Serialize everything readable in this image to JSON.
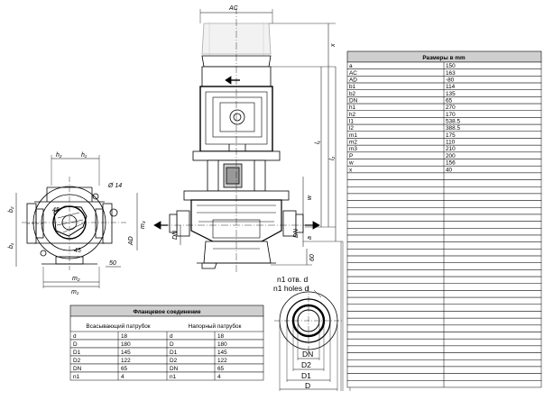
{
  "dimensions_table": {
    "title": "Размеры в mm",
    "rows": [
      [
        "a",
        "150"
      ],
      [
        "AC",
        "163"
      ],
      [
        "AD",
        "-80"
      ],
      [
        "b1",
        "114"
      ],
      [
        "b2",
        "135"
      ],
      [
        "DN",
        "65"
      ],
      [
        "h1",
        "270"
      ],
      [
        "h2",
        "170"
      ],
      [
        "l1",
        "538.5"
      ],
      [
        "l2",
        "388.5"
      ],
      [
        "m1",
        "175"
      ],
      [
        "m2",
        "110"
      ],
      [
        "m3",
        "210"
      ],
      [
        "P",
        "200"
      ],
      [
        "w",
        "156"
      ],
      [
        "x",
        "40"
      ]
    ]
  },
  "flange_table": {
    "title": "Фланцевое соединение",
    "suction_header": "Всасывающий патрубок",
    "pressure_header": "Напорный патрубок",
    "suction": [
      [
        "d",
        "18"
      ],
      [
        "D",
        "180"
      ],
      [
        "D1",
        "145"
      ],
      [
        "D2",
        "122"
      ],
      [
        "DN",
        "65"
      ],
      [
        "n1",
        "4"
      ]
    ],
    "pressure": [
      [
        "d",
        "18"
      ],
      [
        "D",
        "180"
      ],
      [
        "D1",
        "145"
      ],
      [
        "D2",
        "122"
      ],
      [
        "DN",
        "65"
      ],
      [
        "n1",
        "4"
      ]
    ]
  },
  "flange_drawing": {
    "holes_ru": "n1 отв. d",
    "holes_en": "n1 holes d",
    "dn": "DN",
    "d2": "D2",
    "d1": "D1",
    "d": "D"
  },
  "drawing_labels": {
    "ac": "AC",
    "x": "x",
    "l1": "l₁",
    "l2": "l₂",
    "w": "w",
    "a": "a",
    "dn_left": "DN",
    "dn_right": "DN",
    "sixty": "60",
    "ad": "AD",
    "h1": "h₁",
    "h2": "h₂",
    "b1": "b₁",
    "b2": "b₂",
    "m1": "m₁",
    "m2": "m₂",
    "m3": "m₃",
    "phi14": "Ø 14",
    "angle_a": "45",
    "angle_b": "45",
    "fifty": "50"
  }
}
